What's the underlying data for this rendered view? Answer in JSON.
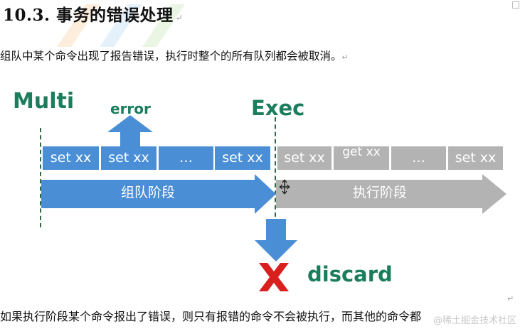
{
  "heading": {
    "number": "10.3.",
    "text": "事务的错误处理"
  },
  "paragraph_1": "组队中某个命令出现了报告错误，执行时整个的所有队列都会被取消。",
  "paragraph_2": "如果执行阶段某个命令报出了错误，则只有报错的命令不会被执行，而其他的命令都",
  "para_mark": "↵",
  "diagram": {
    "multi_label": "Multi",
    "exec_label": "Exec",
    "error_label": "error",
    "discard_label": "discard",
    "queue_phase": "组队阶段",
    "exec_phase": "执行阶段",
    "queue_cells": [
      "set xx",
      "set xx",
      "…",
      "set xx"
    ],
    "exec_cells": [
      "set xx",
      "get xx",
      "…",
      "set xx"
    ]
  },
  "watermark": "@稀土掘金技术社区",
  "colors": {
    "blue": "#4a8fd6",
    "gray": "#b3b3b3",
    "green_text": "#1b7d5c",
    "red_x": "#d9201e"
  }
}
